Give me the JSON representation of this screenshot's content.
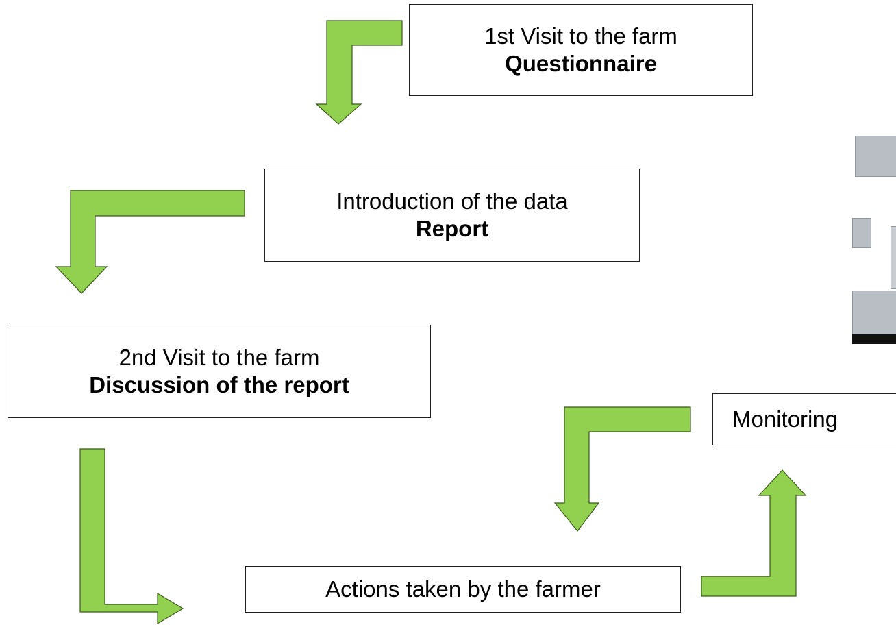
{
  "diagram": {
    "steps": [
      {
        "line1": "1st Visit to the farm",
        "line2": "Questionnaire"
      },
      {
        "line1": "Introduction of the data",
        "line2": "Report"
      },
      {
        "line1": "2nd Visit to the farm",
        "line2": "Discussion of the report"
      },
      {
        "line1": "Actions taken by the farmer"
      },
      {
        "line1": "Monitoring"
      }
    ],
    "colors": {
      "arrow_fill": "#92d050",
      "arrow_stroke": "#3a5a1a",
      "box_border": "#222222"
    }
  }
}
